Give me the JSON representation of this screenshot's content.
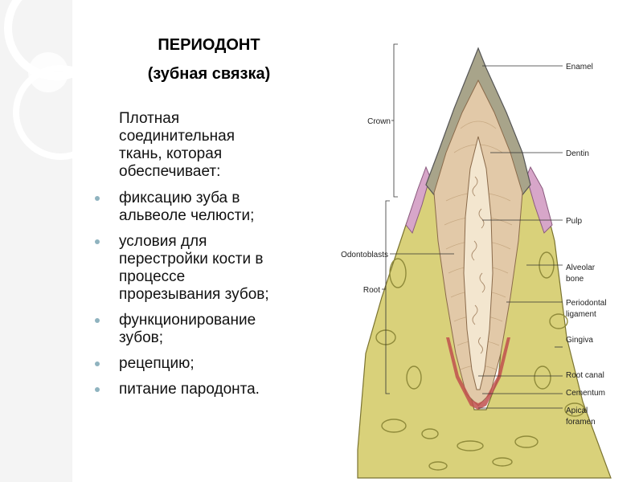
{
  "slide": {
    "title_line1": "ПЕРИОДОНТ",
    "title_line2": "(зубная связка)",
    "intro_line1": "Плотная",
    "intro_line2": "соединительная",
    "intro_line3": "ткань, которая",
    "intro_line4": "обеспечивает:",
    "bullets": [
      [
        "фиксацию зуба в",
        "альвеоле челюсти;"
      ],
      [
        "условия для",
        "перестройки кости в",
        "процессе",
        "прорезывания зубов;"
      ],
      [
        "функционирование",
        "зубов;"
      ],
      [
        "рецепцию;"
      ],
      [
        "питание пародонта."
      ]
    ]
  },
  "diagram": {
    "labels_right": {
      "enamel": "Enamel",
      "dentin": "Dentin",
      "pulp": "Pulp",
      "alveolar_1": "Alveolar",
      "alveolar_2": "bone",
      "periodontal_1": "Periodontal",
      "periodontal_2": "ligament",
      "gingiva": "Gingiva",
      "root_canal": "Root canal",
      "cementum": "Cementum",
      "apical_1": "Apical",
      "apical_2": "foramen"
    },
    "labels_left": {
      "crown": "Crown",
      "odontoblasts": "Odontoblasts",
      "root": "Root"
    }
  },
  "colors": {
    "bone": "#d9d17a",
    "bone_dark": "#b9b15a",
    "enamel": "#a8a48a",
    "dentin": "#e2c9a8",
    "pulp": "#f3e6cf",
    "gingiva": "#d7a6c9",
    "cementum_red": "#c0504d",
    "bullet": "#8fb3bf"
  }
}
